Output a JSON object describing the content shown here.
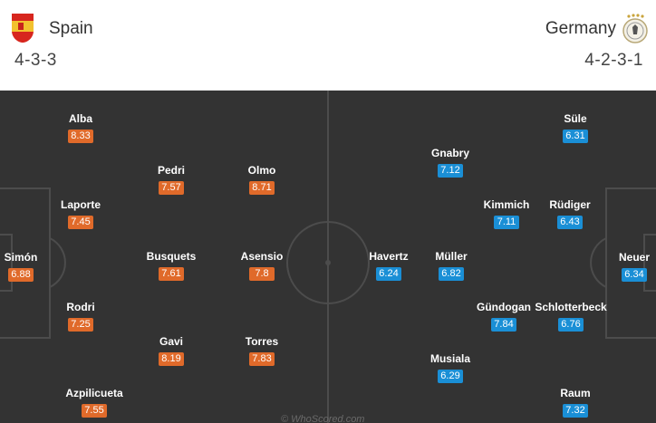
{
  "home": {
    "name": "Spain",
    "formation": "4-3-3",
    "color": "#e06a2a",
    "flag_icon": "spain-flag-icon",
    "players": [
      {
        "name": "Alba",
        "rating": "8.33"
      },
      {
        "name": "Pedri",
        "rating": "7.57"
      },
      {
        "name": "Olmo",
        "rating": "8.71"
      },
      {
        "name": "Laporte",
        "rating": "7.45"
      },
      {
        "name": "Simón",
        "rating": "6.88"
      },
      {
        "name": "Busquets",
        "rating": "7.61"
      },
      {
        "name": "Asensio",
        "rating": "7.8"
      },
      {
        "name": "Rodri",
        "rating": "7.25"
      },
      {
        "name": "Gavi",
        "rating": "8.19"
      },
      {
        "name": "Torres",
        "rating": "7.83"
      },
      {
        "name": "Azpilicueta",
        "rating": "7.55"
      }
    ]
  },
  "away": {
    "name": "Germany",
    "formation": "4-2-3-1",
    "color": "#1a8fd6",
    "flag_icon": "germany-crest-icon",
    "players": [
      {
        "name": "Süle",
        "rating": "6.31"
      },
      {
        "name": "Gnabry",
        "rating": "7.12"
      },
      {
        "name": "Kimmich",
        "rating": "7.11"
      },
      {
        "name": "Rüdiger",
        "rating": "6.43"
      },
      {
        "name": "Havertz",
        "rating": "6.24"
      },
      {
        "name": "Müller",
        "rating": "6.82"
      },
      {
        "name": "Neuer",
        "rating": "6.34"
      },
      {
        "name": "Gündogan",
        "rating": "7.84"
      },
      {
        "name": "Schlotterbeck",
        "rating": "6.76"
      },
      {
        "name": "Musiala",
        "rating": "6.29"
      },
      {
        "name": "Raum",
        "rating": "7.32"
      }
    ]
  },
  "watermark": "© WhoScored.com"
}
